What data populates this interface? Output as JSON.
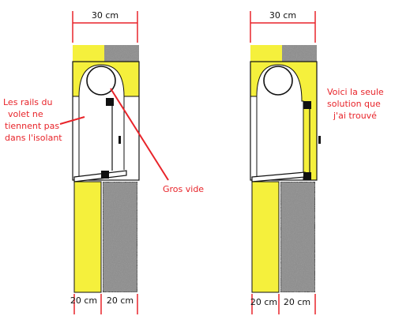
{
  "labels": {
    "left_width": "30 cm",
    "right_width": "30 cm",
    "left_bottom_a": "20 cm",
    "left_bottom_b": "20 cm",
    "right_bottom_a": "20 cm",
    "right_bottom_b": "20 cm",
    "gros_vide": "Gros vide",
    "left_note": [
      "Les rails du",
      "volet ne",
      "tiennent pas",
      "dans l'isolant"
    ],
    "right_note": [
      "Voici la seule",
      "solution que",
      "j'ai trouvé"
    ]
  },
  "colors": {
    "insulation": "#f5f03c",
    "masonry": "#8f8f8f",
    "annotation": "#e8242a",
    "line": "#111111"
  }
}
